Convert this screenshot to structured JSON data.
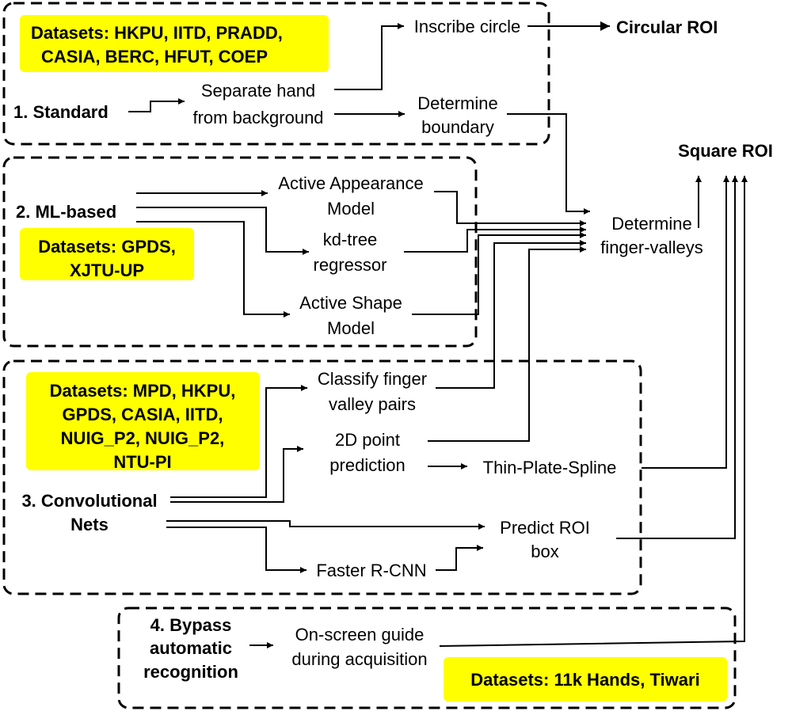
{
  "colors": {
    "highlight": "#ffff00",
    "line": "#000000",
    "background": "#ffffff"
  },
  "outputs": {
    "circular_roi": "Circular ROI",
    "square_roi": "Square ROI"
  },
  "standard": {
    "label": "1. Standard",
    "datasets": [
      "Datasets: HKPU, IITD, PRADD,",
      "CASIA, BERC, HFUT, COEP"
    ],
    "separate": [
      "Separate hand",
      "from background"
    ],
    "inscribe": "Inscribe circle",
    "boundary": [
      "Determine",
      "boundary"
    ]
  },
  "ml": {
    "label": "2. ML-based",
    "datasets": [
      "Datasets: GPDS,",
      "XJTU-UP"
    ],
    "aam": [
      "Active Appearance",
      "Model"
    ],
    "kdtree": [
      "kd-tree",
      "regressor"
    ],
    "asm": [
      "Active Shape",
      "Model"
    ]
  },
  "valleys": [
    "Determine",
    "finger-valleys"
  ],
  "cnn": {
    "label": [
      "3. Convolutional",
      "Nets"
    ],
    "datasets": [
      "Datasets: MPD, HKPU,",
      "GPDS, CASIA, IITD,",
      "NUIG_P2, NUIG_P2,",
      "NTU-PI"
    ],
    "classify": [
      "Classify finger",
      "valley pairs"
    ],
    "point2d": [
      "2D point",
      "prediction"
    ],
    "tps": "Thin-Plate-Spline",
    "predict_box": [
      "Predict ROI",
      "box"
    ],
    "faster_rcnn": "Faster R-CNN"
  },
  "bypass": {
    "label": [
      "4. Bypass",
      "automatic",
      "recognition"
    ],
    "guide": [
      "On-screen guide",
      "during acquisition"
    ],
    "datasets": "Datasets: 11k Hands, Tiwari"
  }
}
